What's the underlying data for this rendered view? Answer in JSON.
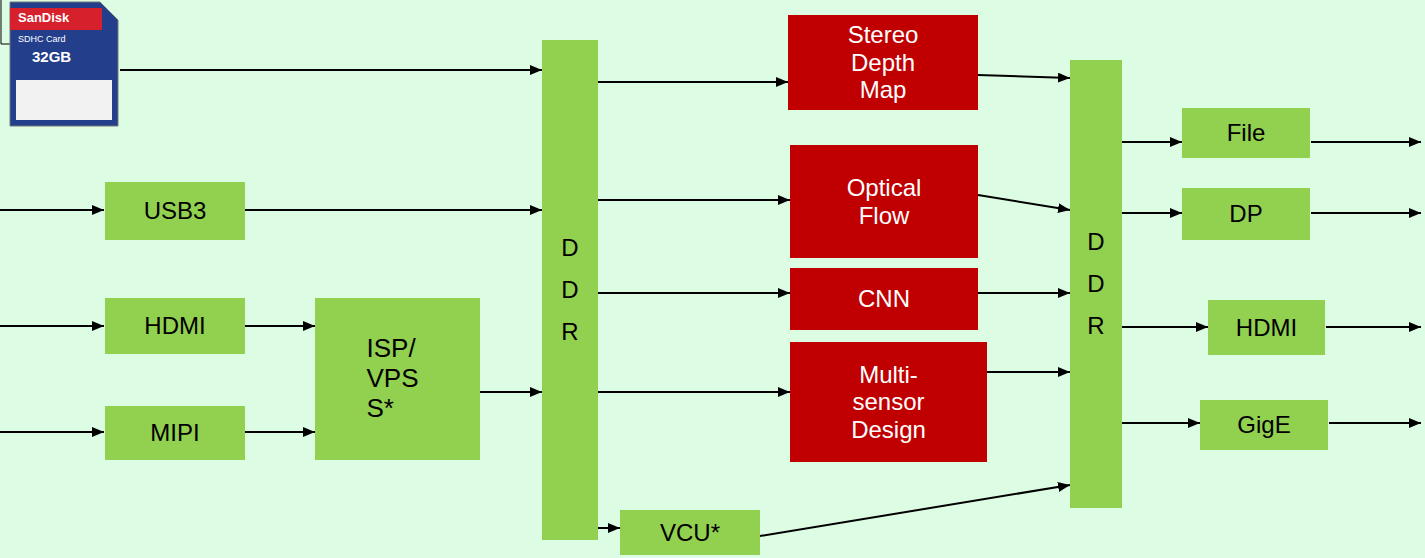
{
  "diagram": {
    "nodes": [
      {
        "text": [
          "SanDisk",
          "SDHC Card",
          "32GB"
        ]
      },
      {
        "text": [
          "USB3"
        ]
      },
      {
        "text": [
          "HDMI"
        ]
      },
      {
        "text": [
          "MIPI"
        ]
      },
      {
        "text": [
          "ISP/ VPS S*"
        ]
      },
      {
        "text": [
          "D D R"
        ]
      },
      {
        "text": [
          "Stereo Depth Map"
        ]
      },
      {
        "text": [
          "Optical Flow"
        ]
      },
      {
        "text": [
          "CNN"
        ]
      },
      {
        "text": [
          "Multi- sensor Design"
        ]
      },
      {
        "text": [
          "VCU*"
        ]
      },
      {
        "text": [
          "D D R"
        ]
      },
      {
        "text": [
          "File"
        ]
      },
      {
        "text": [
          "DP"
        ]
      },
      {
        "text": [
          "HDMI"
        ]
      },
      {
        "text": [
          "GigE"
        ]
      }
    ],
    "edges": [
      {
        "from": 0,
        "to": 5,
        "arrow": "to"
      },
      {
        "from": 1,
        "to": 5,
        "arrow": "to"
      },
      {
        "from": 2,
        "to": 4,
        "arrow": "to"
      },
      {
        "from": 3,
        "to": 4,
        "arrow": "to"
      },
      {
        "from": 4,
        "to": 5,
        "arrow": "to"
      },
      {
        "from": 5,
        "to": 6,
        "arrow": "to"
      },
      {
        "from": 5,
        "to": 7,
        "arrow": "to"
      },
      {
        "from": 5,
        "to": 8,
        "arrow": "to"
      },
      {
        "from": 5,
        "to": 9,
        "arrow": "to"
      },
      {
        "from": 5,
        "to": 10,
        "arrow": "to"
      },
      {
        "from": 6,
        "to": 11,
        "arrow": "to"
      },
      {
        "from": 7,
        "to": 11,
        "arrow": "to"
      },
      {
        "from": 8,
        "to": 11,
        "arrow": "to"
      },
      {
        "from": 9,
        "to": 11,
        "arrow": "to"
      },
      {
        "from": 10,
        "to": 11,
        "arrow": "to"
      },
      {
        "from": 11,
        "to": 12,
        "arrow": "to"
      },
      {
        "from": 11,
        "to": 13,
        "arrow": "to"
      },
      {
        "from": 11,
        "to": 14,
        "arrow": "to"
      },
      {
        "from": 11,
        "to": 15,
        "arrow": "to"
      }
    ]
  }
}
